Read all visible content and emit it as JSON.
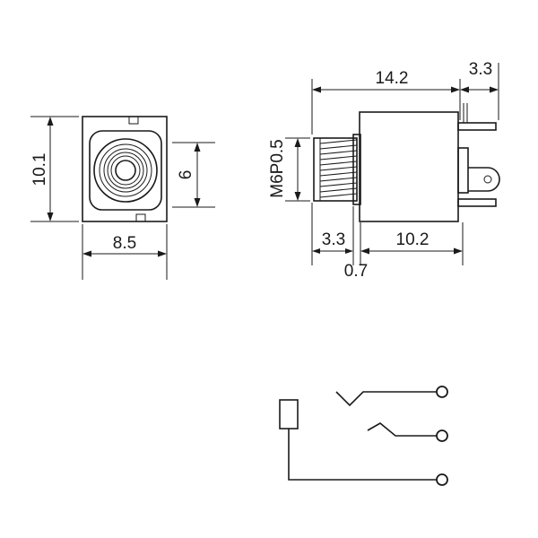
{
  "front_view": {
    "height_label": "10.1",
    "width_label": "8.5",
    "body_label": "6"
  },
  "side_view": {
    "overall_length_label": "14.2",
    "terminal_label": "3.3",
    "thread_label": "M6P0.5",
    "thread_length_label": "3.3",
    "flange_label": "0.7",
    "body_length_label": "10.2"
  }
}
